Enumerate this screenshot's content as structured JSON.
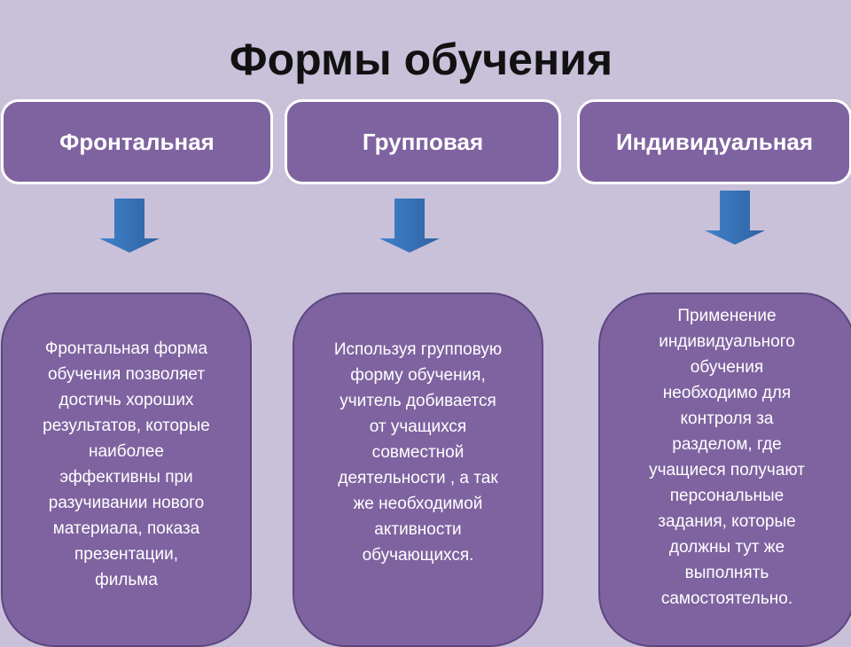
{
  "title": "Формы обучения",
  "headers": [
    "Фронтальная",
    "Групповая",
    "Индивидуальная"
  ],
  "descriptions": [
    [
      "Фронтальная форма",
      "обучения позволяет",
      "достичь хороших",
      "результатов, которые",
      "наиболее",
      "эффективны при",
      "разучивании нового",
      "материала, показа",
      "презентации,",
      "фильма"
    ],
    [
      "Используя групповую",
      "форму обучения,",
      "учитель добивается",
      "от учащихся",
      "совместной",
      "деятельности , а так",
      "же необходимой",
      "активности",
      "обучающихся."
    ],
    [
      "Применение",
      "индивидуального",
      "обучения",
      "необходимо для",
      "контроля за",
      "разделом, где",
      "учащиеся получают",
      "персональные",
      "задания, которые",
      "должны тут же",
      "выполнять",
      "самостоятельно."
    ]
  ],
  "colors": {
    "background": "#c9c0da",
    "box": "#7f63a0",
    "arrow": "#3a78c2"
  }
}
